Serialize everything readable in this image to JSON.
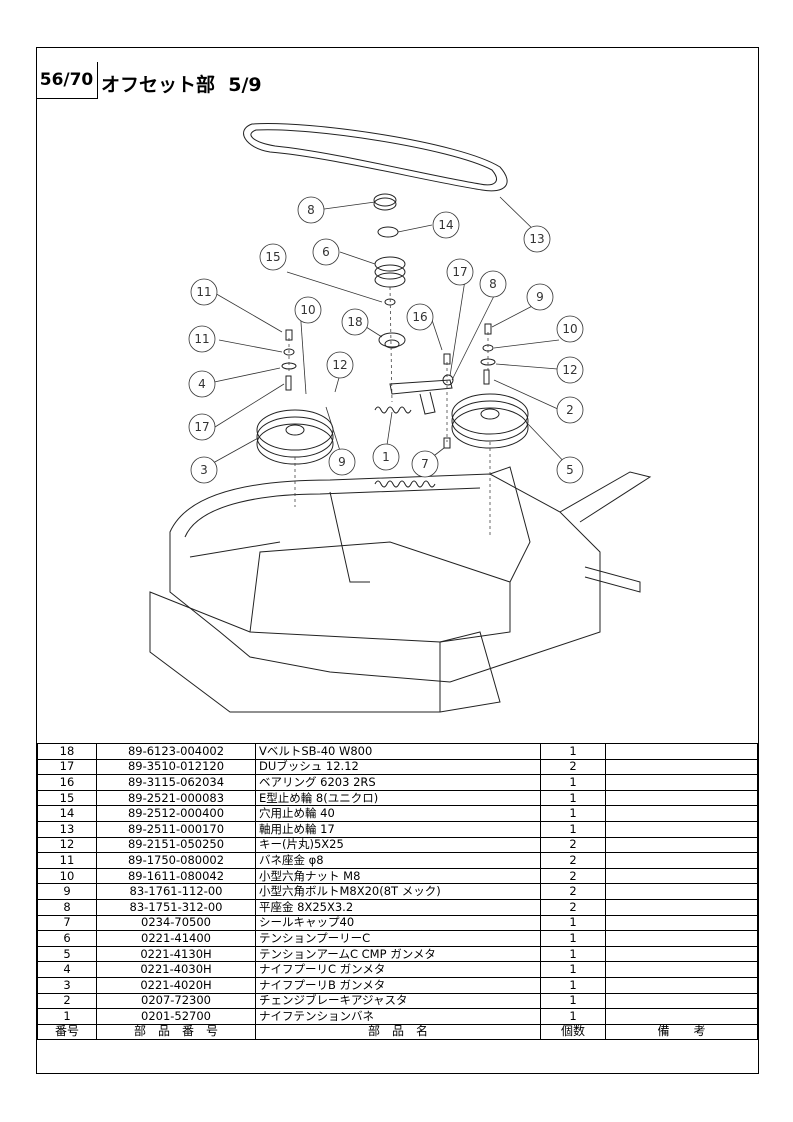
{
  "page_number": "56/70",
  "title": "オフセット部  5/9",
  "diagram": {
    "callouts": [
      "1",
      "2",
      "3",
      "4",
      "5",
      "6",
      "7",
      "8",
      "8",
      "9",
      "9",
      "10",
      "10",
      "11",
      "11",
      "12",
      "12",
      "13",
      "14",
      "15",
      "16",
      "17",
      "17",
      "18"
    ]
  },
  "parts_table": {
    "headers": {
      "no": "番号",
      "code": "部　品　番　号",
      "name": "部　品　名",
      "qty": "個数",
      "note": "備　　考"
    },
    "rows": [
      {
        "no": "18",
        "code": "89-6123-004002",
        "name": "VベルトSB-40  W800",
        "qty": "1",
        "note": ""
      },
      {
        "no": "17",
        "code": "89-3510-012120",
        "name": "DUブッシュ  12.12",
        "qty": "2",
        "note": ""
      },
      {
        "no": "16",
        "code": "89-3115-062034",
        "name": "ベアリング  6203 2RS",
        "qty": "1",
        "note": ""
      },
      {
        "no": "15",
        "code": "89-2521-000083",
        "name": "E型止め輪  8(ユニクロ)",
        "qty": "1",
        "note": ""
      },
      {
        "no": "14",
        "code": "89-2512-000400",
        "name": "穴用止め輪  40",
        "qty": "1",
        "note": ""
      },
      {
        "no": "13",
        "code": "89-2511-000170",
        "name": "軸用止め輪  17",
        "qty": "1",
        "note": ""
      },
      {
        "no": "12",
        "code": "89-2151-050250",
        "name": "キー(片丸)5X25",
        "qty": "2",
        "note": ""
      },
      {
        "no": "11",
        "code": "89-1750-080002",
        "name": "バネ座金  φ8",
        "qty": "2",
        "note": ""
      },
      {
        "no": "10",
        "code": "89-1611-080042",
        "name": "小型六角ナット  M8",
        "qty": "2",
        "note": ""
      },
      {
        "no": "9",
        "code": "83-1761-112-00",
        "name": "小型六角ボルトM8X20(8T メック)",
        "qty": "2",
        "note": ""
      },
      {
        "no": "8",
        "code": "83-1751-312-00",
        "name": "平座金  8X25X3.2",
        "qty": "2",
        "note": ""
      },
      {
        "no": "7",
        "code": "0234-70500",
        "name": "シールキャップ40",
        "qty": "1",
        "note": ""
      },
      {
        "no": "6",
        "code": "0221-41400",
        "name": "テンションプーリーC",
        "qty": "1",
        "note": ""
      },
      {
        "no": "5",
        "code": "0221-4130H",
        "name": "テンションアームC  CMP  ガンメタ",
        "qty": "1",
        "note": ""
      },
      {
        "no": "4",
        "code": "0221-4030H",
        "name": "ナイフプーリC  ガンメタ",
        "qty": "1",
        "note": ""
      },
      {
        "no": "3",
        "code": "0221-4020H",
        "name": "ナイフプーリB  ガンメタ",
        "qty": "1",
        "note": ""
      },
      {
        "no": "2",
        "code": "0207-72300",
        "name": "チェンジブレーキアジャスタ",
        "qty": "1",
        "note": ""
      },
      {
        "no": "1",
        "code": "0201-52700",
        "name": "ナイフテンションバネ",
        "qty": "1",
        "note": ""
      }
    ]
  }
}
